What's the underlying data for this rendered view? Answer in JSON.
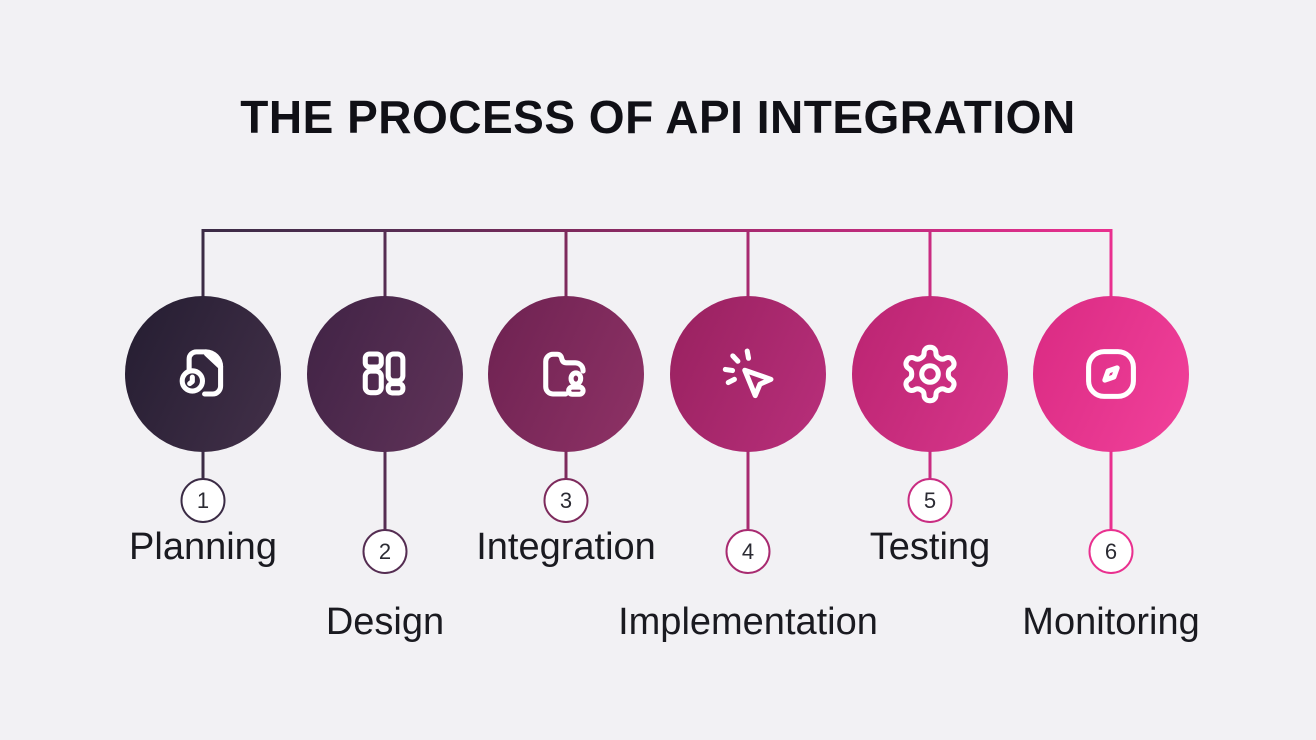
{
  "title": "THE PROCESS OF API INTEGRATION",
  "colors": {
    "background": "#f2f1f4",
    "title_text": "#101016",
    "label_text": "#1a1a20",
    "badge_fill": "#ffffff",
    "badge_number_text": "#2b2b33",
    "icon_stroke": "#ffffff"
  },
  "steps": [
    {
      "number": "1",
      "label": "Planning",
      "icon": "document-clock-icon",
      "row": "upper",
      "colors": {
        "dark": "#241d31",
        "light": "#433049",
        "line": "#3b2b45"
      }
    },
    {
      "number": "2",
      "label": "Design",
      "icon": "components-grid-icon",
      "row": "lower",
      "colors": {
        "dark": "#402345",
        "light": "#613359",
        "line": "#552d52"
      }
    },
    {
      "number": "3",
      "label": "Integration",
      "icon": "folder-user-icon",
      "row": "upper",
      "colors": {
        "dark": "#6d2251",
        "light": "#8f3266",
        "line": "#7d2a5c"
      }
    },
    {
      "number": "4",
      "label": "Implementation",
      "icon": "cursor-click-icon",
      "row": "lower",
      "colors": {
        "dark": "#98215f",
        "light": "#b92f7b",
        "line": "#a82a70"
      }
    },
    {
      "number": "5",
      "label": "Testing",
      "icon": "gear-icon",
      "row": "upper",
      "colors": {
        "dark": "#ba2471",
        "light": "#d8368b",
        "line": "#c92c81"
      }
    },
    {
      "number": "6",
      "label": "Monitoring",
      "icon": "compass-icon",
      "row": "lower",
      "colors": {
        "dark": "#d92a82",
        "light": "#f2419b",
        "line": "#e9308f"
      }
    }
  ]
}
